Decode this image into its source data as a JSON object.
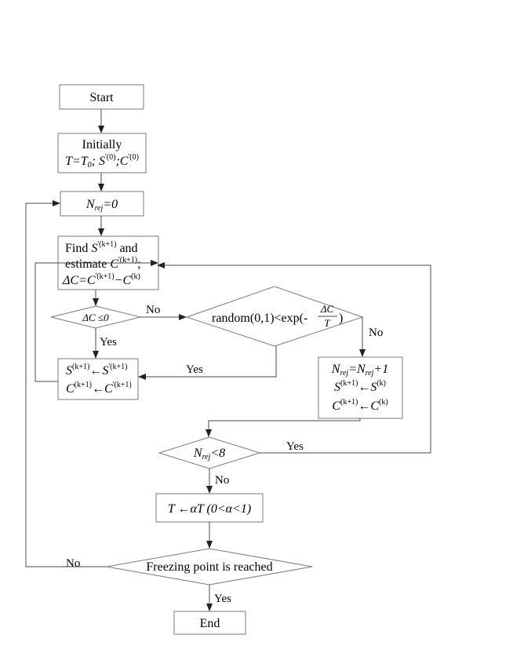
{
  "nodes": {
    "start": "Start",
    "init": {
      "line1": "Initially",
      "line2_a": "T",
      "line2_b": "=",
      "line2_c": "T",
      "line2_sub": "0",
      "line2_d": "; ",
      "line2_e": "S",
      "line2_e_sup": "'(0)",
      "line2_f": ";",
      "line2_g": "C",
      "line2_g_sup": "'(0)"
    },
    "nrej0": {
      "n": "N",
      "sub": "rej",
      "rest": "=0"
    },
    "find": {
      "l1a": "Find ",
      "l1_s": "S",
      "l1_sup": "'(k+1)",
      "l1b": " and",
      "l2a": "estimate ",
      "l2_c": "C",
      "l2_sup": "'(k+1)",
      "l2b": ";",
      "l3_delta": "ΔC",
      "l3_eq": "=",
      "l3_c1": "C",
      "l3_c1_sup": "'(k+1)",
      "l3_minus": "−",
      "l3_c2": "C",
      "l3_c2_sup": "(k)"
    },
    "cond1": {
      "delta": "ΔC",
      "rest": " ≤0"
    },
    "cond2": {
      "prefix": "random(0,1)<exp(- ",
      "num": "ΔC",
      "den": "T",
      "suffix": ")"
    },
    "accept": {
      "r1_s": "S",
      "r1_sup": "(k+1)",
      "r1_arrow": "←",
      "r1_s2": "S",
      "r1_sup2": "'(k+1)",
      "r2_c": "C",
      "r2_sup": "(k+1)",
      "r2_arrow": "←",
      "r2_c2": "C",
      "r2_sup2": "'(k+1)"
    },
    "reject": {
      "r1_n": "N",
      "r1_sub": "rej",
      "r1_eq": "=",
      "r1_n2": "N",
      "r1_sub2": "rej",
      "r1_rest": "+1",
      "r2_s": "S",
      "r2_sup": "(k+1)",
      "r2_arrow": "←",
      "r2_s2": "S",
      "r2_sup2": "(k)",
      "r3_c": "C",
      "r3_sup": "(k+1)",
      "r3_arrow": "←",
      "r3_c2": "C",
      "r3_sup2": "(k)"
    },
    "cond3": {
      "n": "N",
      "sub": "rej",
      "rest": "<8"
    },
    "cool": {
      "a": "T",
      "arrow": " ←",
      "b": "αT",
      "c": " (0<",
      "d": "α",
      "e": "<1)"
    },
    "cond4": "Freezing point is reached",
    "end": "End"
  },
  "edge_labels": {
    "no_cond1": "No",
    "yes_cond1": "Yes",
    "no_cond2": "No",
    "yes_cond2": "Yes",
    "yes_cond3": "Yes",
    "no_cond3": "No",
    "no_cond4": "No",
    "yes_cond4": "Yes"
  },
  "colors": {
    "line": "#4a4a4a",
    "box_border": "#7a7a7a",
    "background": "#ffffff"
  }
}
